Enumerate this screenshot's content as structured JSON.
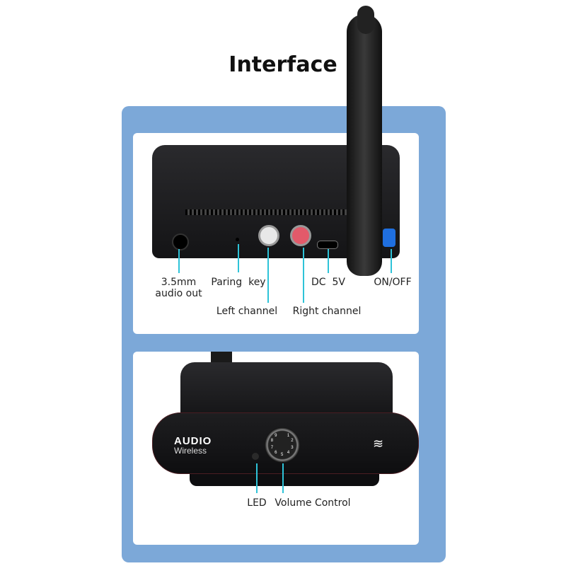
{
  "title": "Interface",
  "colors": {
    "frame": "#7ca8d8",
    "callout_line": "#2ec3d8",
    "device": "#1a1a1c",
    "power_button": "#1f6fe0"
  },
  "rear_panel": {
    "labels": {
      "audio_out": "3.5mm\naudio out",
      "paring_key": "Paring  key",
      "left_channel": "Left channel",
      "right_channel": "Right channel",
      "dc": "DC  5V",
      "power": "ON/OFF"
    }
  },
  "front_panel": {
    "brand": "AUDIO",
    "brand_sub": "Wireless",
    "knob_numbers": [
      "1",
      "2",
      "3",
      "4",
      "5",
      "6",
      "7",
      "8",
      "9"
    ],
    "labels": {
      "led": "LED",
      "volume": "Volume Control"
    }
  }
}
